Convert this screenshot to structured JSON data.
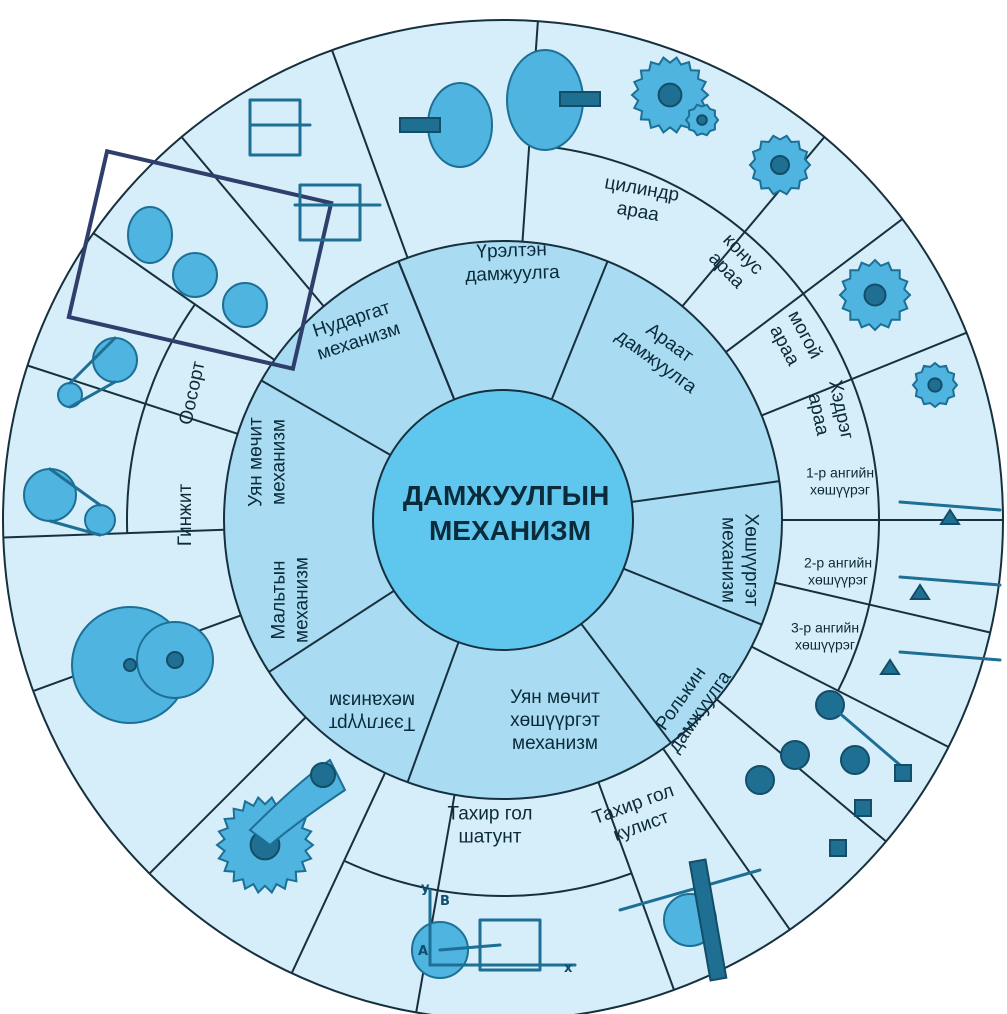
{
  "center": {
    "line1": "ДАМЖУУЛГЫН",
    "line2": "МЕХАНИЗМ"
  },
  "colors": {
    "outer_ring": "#d6eef9",
    "middle_ring": "#a9dcf2",
    "inner_circle": "#5fc6ee",
    "divider": "#16303e",
    "illustration": "#2a92c2"
  },
  "categories": [
    {
      "label": [
        "Үрэлтэн",
        "дамжуулга"
      ]
    },
    {
      "label": [
        "Араат",
        "дамжуулга"
      ]
    },
    {
      "label": [
        "Хөшүүргэт",
        "механизм"
      ]
    },
    {
      "label": [
        "Ролькин",
        "дамжуулга"
      ]
    },
    {
      "label": [
        "Уян мөчит",
        "хөшүүргэт",
        "механизм"
      ]
    },
    {
      "label": [
        "Тээглүүрт",
        "механизм"
      ]
    },
    {
      "label": [
        "Мальтын",
        "механизм"
      ]
    },
    {
      "label": [
        "Уян мөчит",
        "механизм"
      ]
    },
    {
      "label": [
        "Нударгат",
        "механизм"
      ]
    }
  ],
  "subtypes": [
    {
      "label": [
        "цилиндр",
        "араа"
      ]
    },
    {
      "label": [
        "конус",
        "араа"
      ]
    },
    {
      "label": [
        "могой",
        "араа"
      ]
    },
    {
      "label": [
        "Хэдрэг",
        "араа"
      ]
    },
    {
      "label": [
        "1-р ангийн",
        "хөшүүрэг"
      ]
    },
    {
      "label": [
        "2-р ангийн",
        "хөшүүрэг"
      ]
    },
    {
      "label": [
        "3-р ангийн",
        "хөшүүрэг"
      ]
    },
    {
      "label": [
        "Тахир гол",
        "кулист"
      ]
    },
    {
      "label": [
        "Тахир гол",
        "шатунт"
      ]
    },
    {
      "label": [
        "Гинжит"
      ]
    },
    {
      "label": [
        "Оосорт"
      ]
    }
  ],
  "illustration_labels": {
    "crank_y": "y",
    "crank_x": "x",
    "crank_b": "B",
    "crank_a": "A"
  }
}
